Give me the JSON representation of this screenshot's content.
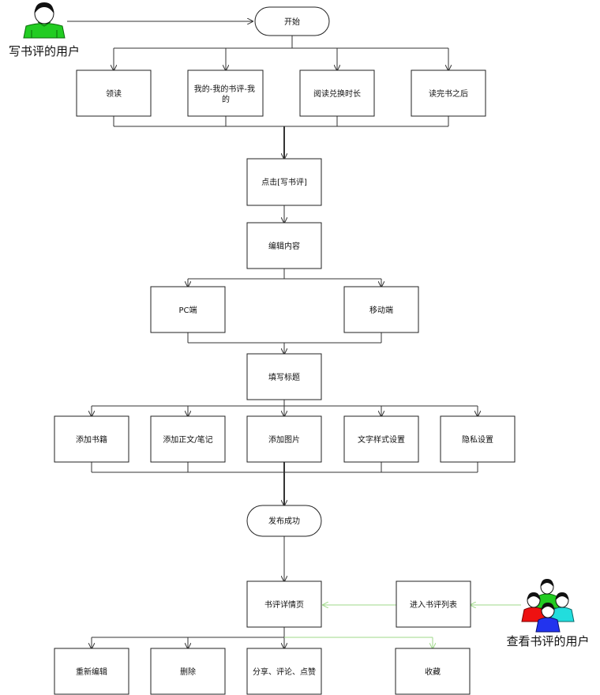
{
  "actors": {
    "writer_label": "写书评的用户",
    "viewer_label": "查看书评的用户"
  },
  "nodes": {
    "start": "开始",
    "entry_lingdu": "领读",
    "entry_my_reviews": "我的-我的书评-我的",
    "entry_reading_time": "阅读兑换时长",
    "entry_after_reading": "读完书之后",
    "click_write": "点击[写书评]",
    "edit_content": "编辑内容",
    "pc": "PC端",
    "mobile": "移动端",
    "fill_title": "填写标题",
    "add_book": "添加书籍",
    "add_text": "添加正文/笔记",
    "add_image": "添加图片",
    "text_style": "文字样式设置",
    "privacy": "隐私设置",
    "publish_success": "发布成功",
    "review_detail": "书评详情页",
    "enter_list": "进入书评列表",
    "re_edit": "重新编辑",
    "delete": "删除",
    "share": "分享、评论、点赞",
    "favorite": "收藏"
  },
  "colors": {
    "line": "#333333",
    "green_line": "#9fd88a",
    "box_border": "#222222",
    "actor_green": "#22cc22",
    "actor_red": "#ee1111",
    "actor_cyan": "#22dddd",
    "actor_blue": "#2233ee",
    "hair": "#111111"
  }
}
